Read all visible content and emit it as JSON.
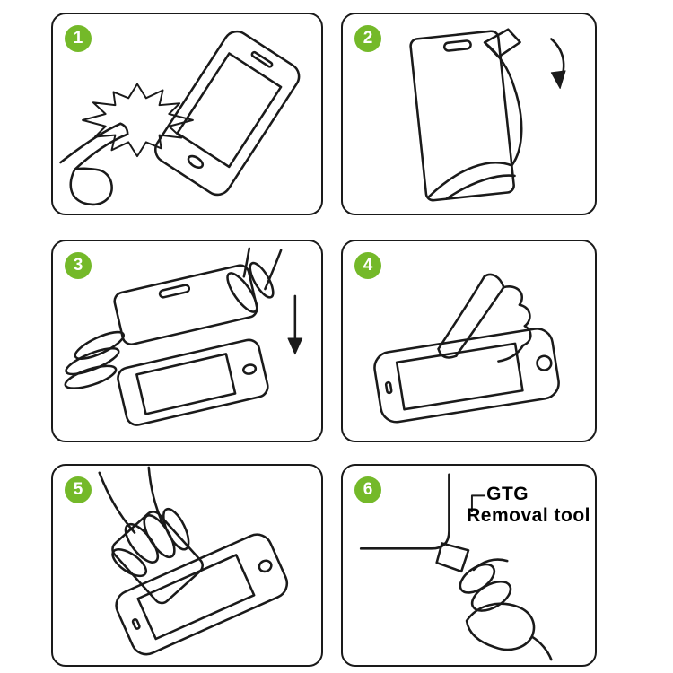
{
  "page": {
    "background": "#ffffff",
    "kind": "screen-protector-installation-instructions"
  },
  "colors": {
    "badge_green": "#74b929",
    "badge_number": "#ffffff",
    "line_art": "#1a1a1a",
    "panel_border": "#1a1a1a"
  },
  "steps": [
    {
      "number": "1",
      "illustration": "wipe-phone-with-cloth-illustration"
    },
    {
      "number": "2",
      "illustration": "peel-protective-film-illustration",
      "icons": [
        "curved-down-arrow-icon"
      ]
    },
    {
      "number": "3",
      "illustration": "align-glass-over-phone-illustration",
      "icons": [
        "down-arrow-icon"
      ]
    },
    {
      "number": "4",
      "illustration": "press-screen-center-illustration"
    },
    {
      "number": "5",
      "illustration": "smooth-film-with-card-illustration"
    },
    {
      "number": "6",
      "illustration": "corner-removal-tool-illustration",
      "caption_line1": "GTG",
      "caption_line2": "Removal tool"
    }
  ]
}
